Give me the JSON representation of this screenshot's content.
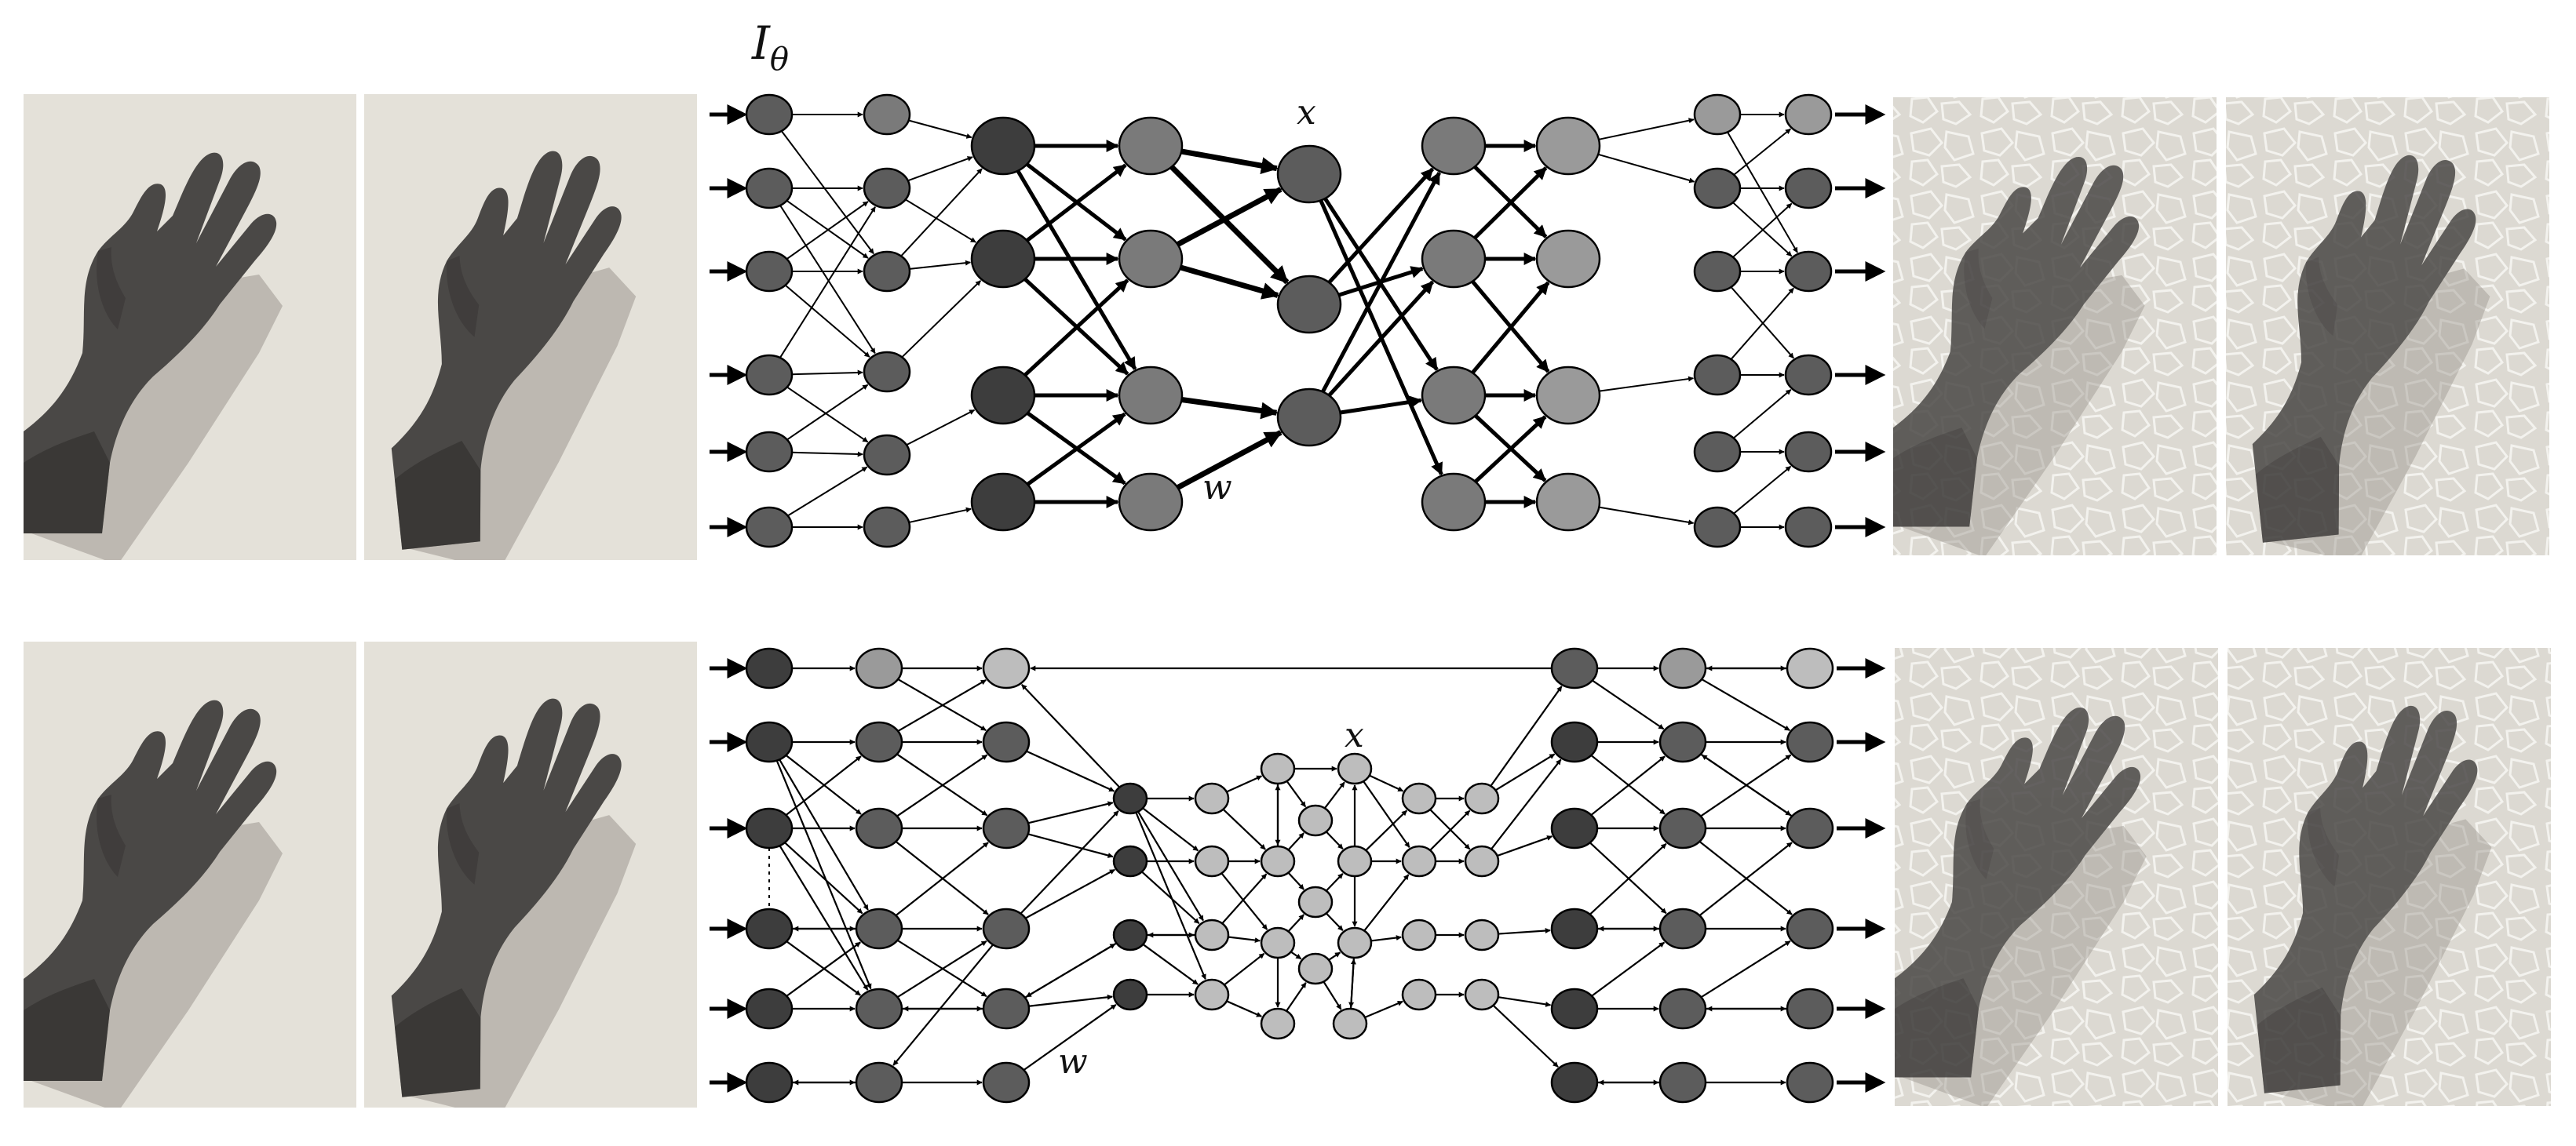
{
  "labels": {
    "parameter": "θ",
    "parameter_base": "I",
    "top_latent": "x",
    "top_weight": "w",
    "bottom_latent": "x",
    "bottom_weight": "w"
  },
  "photos": {
    "input_style": "plain-background hand photograph",
    "output_style": "textured-background hand photograph"
  },
  "colors": {
    "node_dark": "#3d3d3d",
    "node_mid": "#5c5c5c",
    "node_mid_light": "#7a7a7a",
    "node_light": "#9a9a9a",
    "node_pale": "#bdbdbd",
    "edge": "#000000",
    "background": "#ffffff"
  },
  "icons": {
    "hand": "hand-photo",
    "arrow": "arrowhead"
  }
}
